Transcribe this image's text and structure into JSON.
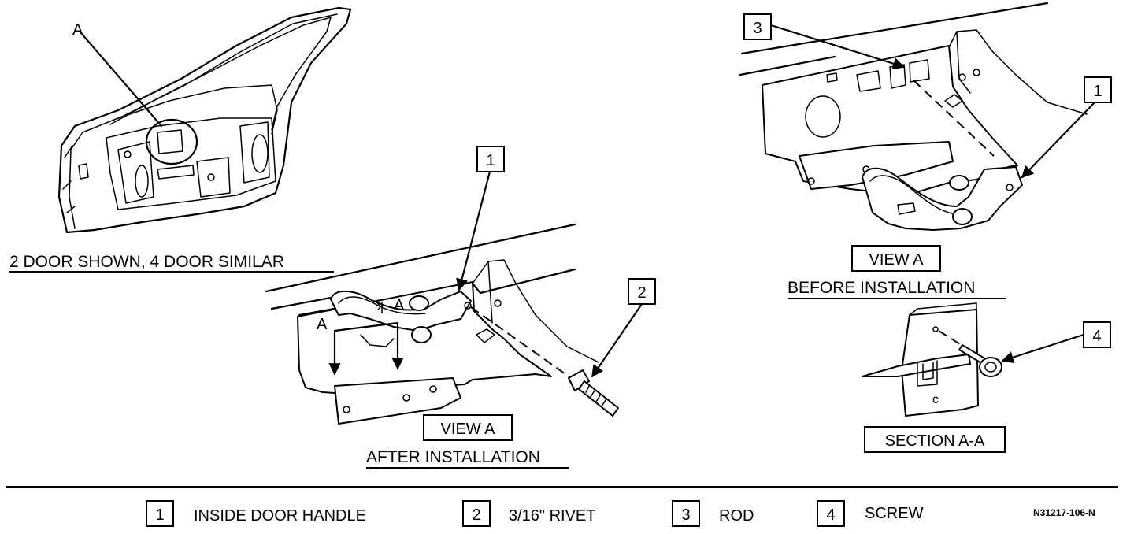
{
  "door_view": {
    "title": "2 DOOR SHOWN, 4 DOOR SIMILAR",
    "callout_letter": "A"
  },
  "after_view": {
    "view_label": "VIEW A",
    "caption": "AFTER INSTALLATION",
    "section_marks": [
      "A",
      "A"
    ],
    "callouts": [
      "1",
      "2"
    ]
  },
  "before_view": {
    "view_label": "VIEW A",
    "caption": "BEFORE INSTALLATION",
    "callouts": [
      "3",
      "1"
    ]
  },
  "section_view": {
    "label": "SECTION A-A",
    "callouts": [
      "4"
    ],
    "stamp": "c"
  },
  "legend": {
    "items": [
      {
        "number": "1",
        "text": "INSIDE DOOR HANDLE"
      },
      {
        "number": "2",
        "text": "3/16\" RIVET"
      },
      {
        "number": "3",
        "text": "ROD"
      },
      {
        "number": "4",
        "text": "SCREW"
      }
    ],
    "figure_code": "N31217-106-N"
  }
}
